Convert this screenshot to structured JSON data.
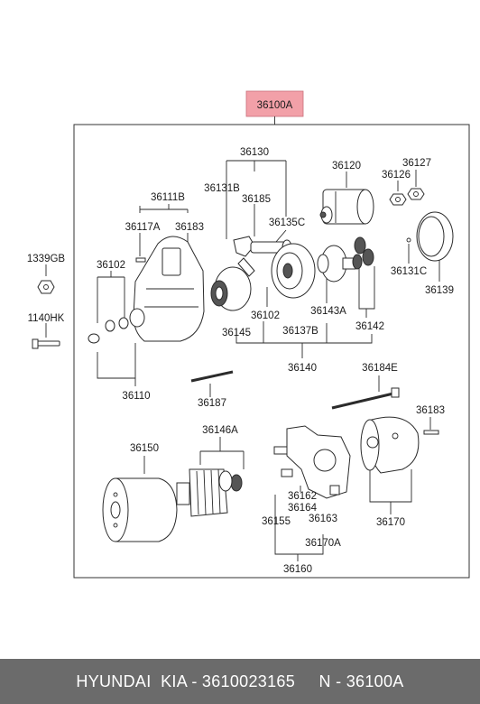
{
  "assembly_label": "36100A",
  "colors": {
    "highlight": "#f2a0a8",
    "footer_bg": "#6b6b6b",
    "footer_text": "#ffffff"
  },
  "labels": {
    "p36130": "36130",
    "p36120": "36120",
    "p36127": "36127",
    "p36126": "36126",
    "p36131B": "36131B",
    "p36185": "36185",
    "p36135C": "36135C",
    "p36111B": "36111B",
    "p36117A": "36117A",
    "p36183a": "36183",
    "p1339GB": "1339GB",
    "p36102a": "36102",
    "p36131C": "36131C",
    "p36139": "36139",
    "p36143A": "36143A",
    "p36102b": "36102",
    "p1140HK": "1140HK",
    "p36145": "36145",
    "p36137B": "36137B",
    "p36142": "36142",
    "p36140": "36140",
    "p36184E": "36184E",
    "p36110": "36110",
    "p36187": "36187",
    "p36183b": "36183",
    "p36146A": "36146A",
    "p36150": "36150",
    "p36162": "36162",
    "p36164": "36164",
    "p36163": "36163",
    "p36155": "36155",
    "p36170": "36170",
    "p36170A": "36170A",
    "p36160": "36160"
  },
  "footer": {
    "brand": "HYUNDAI  KIA - 3610023165",
    "ref": "N - 36100A"
  }
}
